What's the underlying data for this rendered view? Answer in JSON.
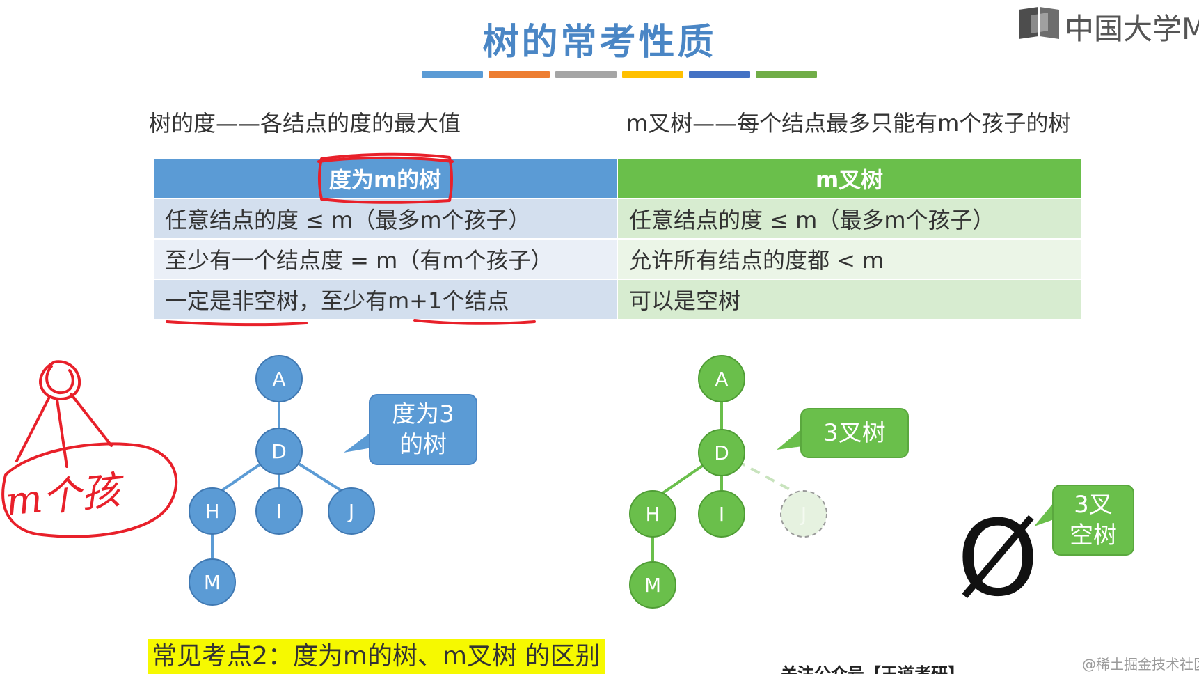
{
  "title": "树的常考性质",
  "title_bar_colors": [
    "#5b9bd5",
    "#ed7d31",
    "#a5a5a5",
    "#ffc000",
    "#4472c4",
    "#70ad47"
  ],
  "logo": {
    "text": "中国大学MOOC"
  },
  "definitions": {
    "left": "树的度——各结点的度的最大值",
    "right": "m叉树——每个结点最多只能有m个孩子的树"
  },
  "table": {
    "headers": [
      "度为m的树",
      "m叉树"
    ],
    "rows": [
      [
        "任意结点的度 ≤ m（最多m个孩子）",
        "任意结点的度 ≤ m（最多m个孩子）"
      ],
      [
        "至少有一个结点度 = m（有m个孩子）",
        "允许所有结点的度都 < m"
      ],
      [
        "一定是非空树，至少有m+1个结点",
        "可以是空树"
      ]
    ]
  },
  "tree_degree": {
    "nodes": [
      "A",
      "D",
      "H",
      "I",
      "J",
      "M"
    ],
    "color": "#5b9bd5"
  },
  "tree_mary": {
    "nodes": [
      "A",
      "D",
      "H",
      "I",
      "J",
      "M"
    ],
    "color": "#6abf4b",
    "missing_node": "J"
  },
  "callouts": {
    "degree": "度为3\n的树",
    "mary": "3叉树",
    "empty": "3叉\n空树"
  },
  "empty_symbol": "Ø",
  "handwriting": "m个孩",
  "key_point": "常见考点2：度为m的树、m叉树 的区别",
  "watermark": "@稀土掘金技术社区",
  "footer_partial": "关注公众号【王道考研】"
}
